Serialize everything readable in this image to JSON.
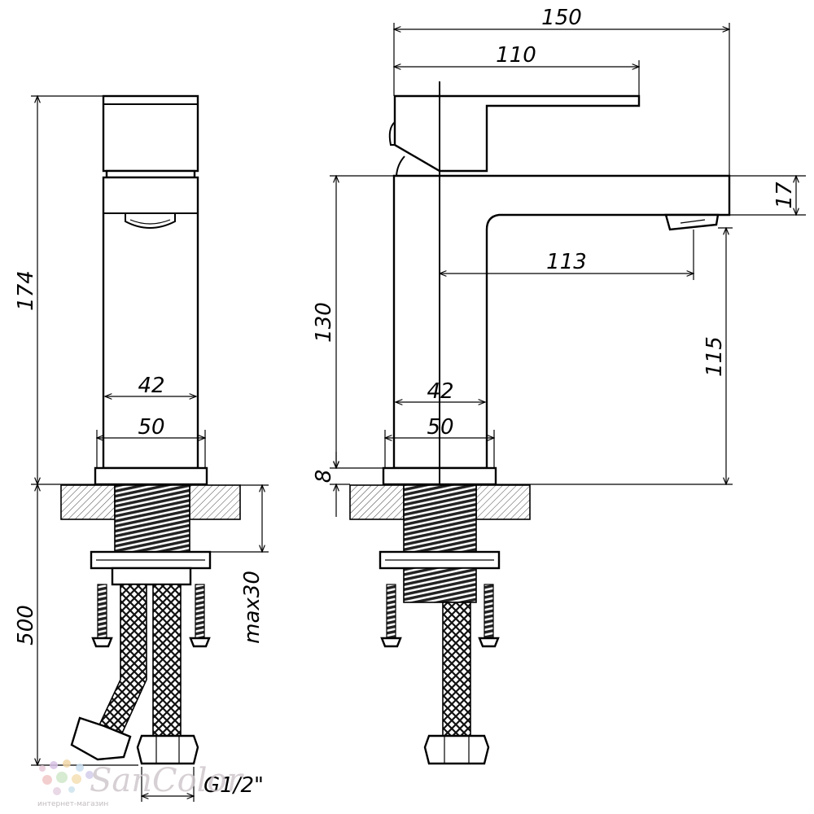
{
  "dimensions": {
    "total_length": "150",
    "handle_length": "110",
    "spout_height": "17",
    "spout_reach": "113",
    "outlet_height": "115",
    "body_height": "130",
    "base_height": "8",
    "total_height": "174",
    "body_width": "42",
    "base_width": "50",
    "hose_length": "500",
    "max_counter_thickness": "max30",
    "thread": "G1/2\""
  },
  "watermark": {
    "brand": "SanColor",
    "tagline": "интернет-магазин                  "
  },
  "colors": {
    "line": "#000000",
    "hatch": "#000000",
    "watermark": "#cfc7cc"
  }
}
